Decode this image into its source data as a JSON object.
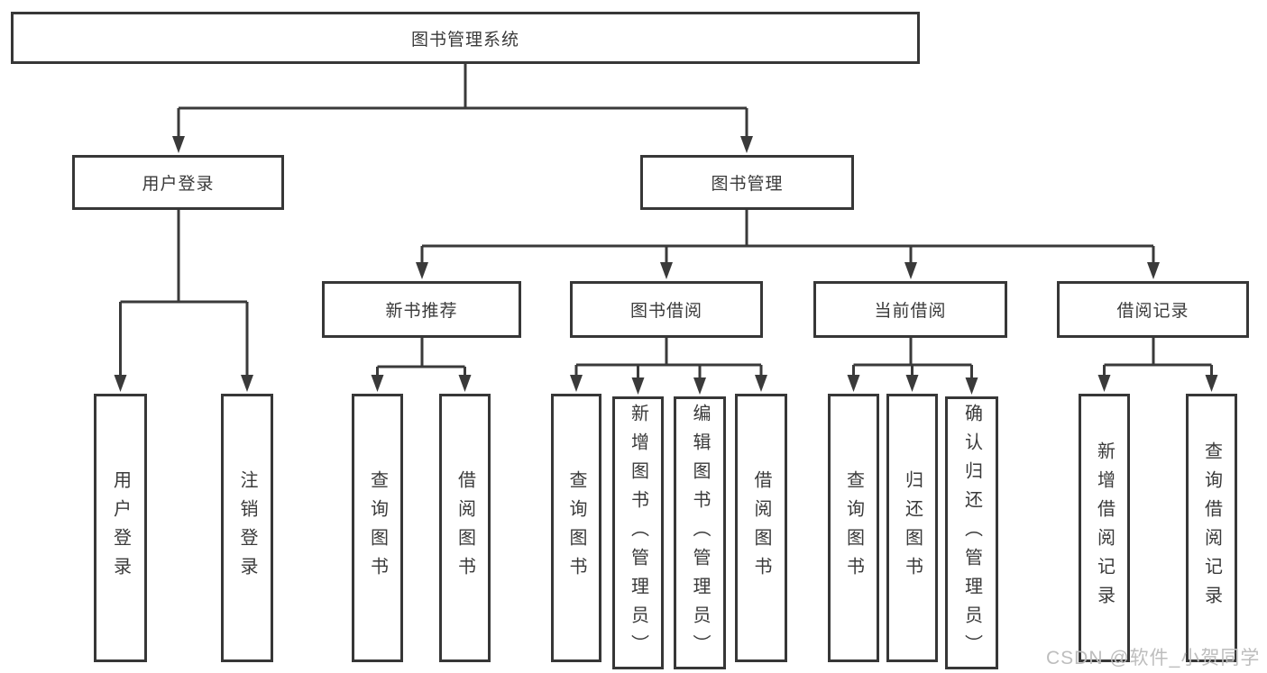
{
  "diagram": {
    "type": "hierarchy-tree",
    "orientation": "top-down",
    "colors": {
      "background": "#ffffff",
      "line": "#3a3a3a",
      "box_border": "#373737",
      "text": "#3a3a3a",
      "watermark": "#bdbdbd"
    }
  },
  "tree": {
    "label": "图书管理系统",
    "children": [
      {
        "label": "用户登录",
        "children": [
          {
            "label": "用户登录"
          },
          {
            "label": "注销登录"
          }
        ]
      },
      {
        "label": "图书管理",
        "children": [
          {
            "label": "新书推荐",
            "children": [
              {
                "label": "查询图书"
              },
              {
                "label": "借阅图书"
              }
            ]
          },
          {
            "label": "图书借阅",
            "children": [
              {
                "label": "查询图书"
              },
              {
                "label": "新增图书（管理员）"
              },
              {
                "label": "编辑图书（管理员）"
              },
              {
                "label": "借阅图书"
              }
            ]
          },
          {
            "label": "当前借阅",
            "children": [
              {
                "label": "查询图书"
              },
              {
                "label": "归还图书"
              },
              {
                "label": "确认归还（管理员）"
              }
            ]
          },
          {
            "label": "借阅记录",
            "children": [
              {
                "label": "新增借阅记录"
              },
              {
                "label": "查询借阅记录"
              }
            ]
          }
        ]
      }
    ]
  },
  "watermark": {
    "text": "CSDN @软件_小贺同学"
  }
}
